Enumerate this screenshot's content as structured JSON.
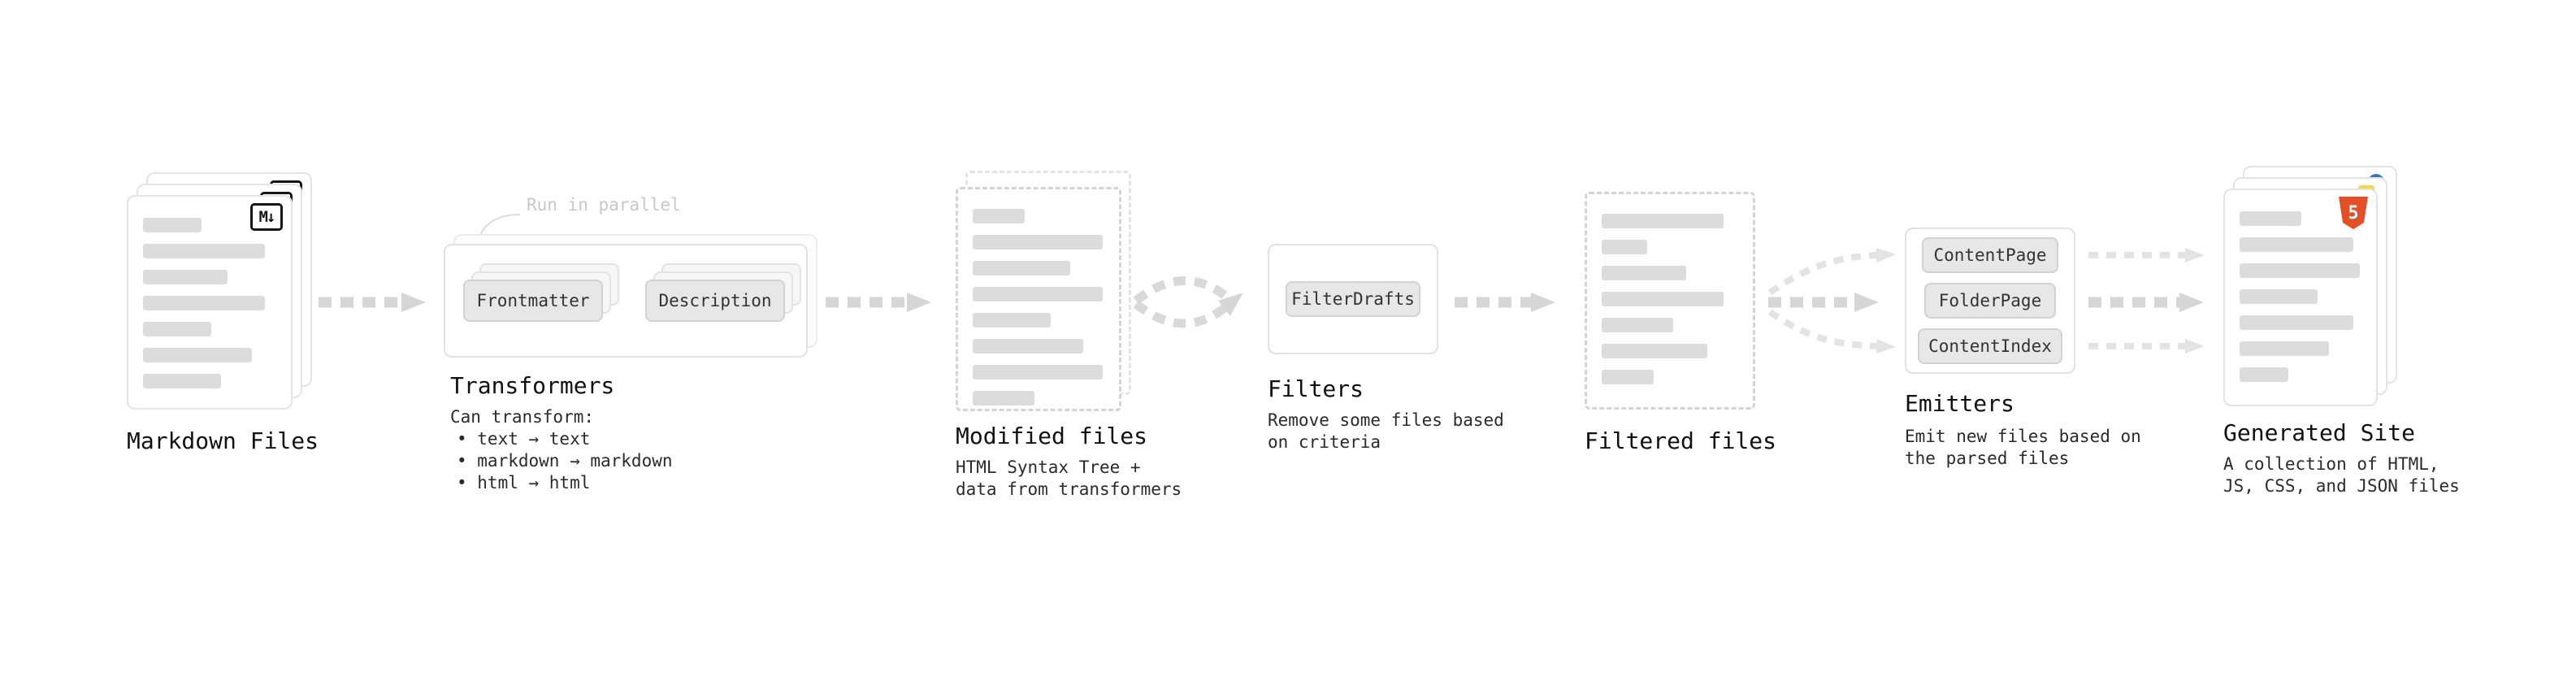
{
  "diagram": {
    "stages": {
      "markdown_files": {
        "title": "Markdown Files",
        "badge_glyph": "M↓"
      },
      "transformers": {
        "title": "Transformers",
        "annotation": "Run in parallel",
        "chips": [
          "Frontmatter",
          "Description"
        ],
        "note_title": "Can transform:",
        "notes": [
          "• text → text",
          "• markdown → markdown",
          "• html → html"
        ]
      },
      "modified_files": {
        "title": "Modified files",
        "notes": [
          "HTML Syntax Tree +",
          "data from transformers"
        ]
      },
      "filters": {
        "title": "Filters",
        "chips": [
          "FilterDrafts"
        ],
        "notes": [
          "Remove some files based",
          "on criteria"
        ]
      },
      "filtered_files": {
        "title": "Filtered files"
      },
      "emitters": {
        "title": "Emitters",
        "chips": [
          "ContentPage",
          "FolderPage",
          "ContentIndex"
        ],
        "notes": [
          "Emit new files based on",
          "the parsed files"
        ]
      },
      "generated_site": {
        "title": "Generated Site",
        "badge_glyph": "5",
        "notes": [
          "A collection of HTML,",
          "JS, CSS, and JSON files"
        ]
      }
    },
    "colors": {
      "background": "#ffffff",
      "card_border": "#e4e4e4",
      "dashed_border": "#d4d4d4",
      "placeholder_bar": "#dcdcdc",
      "arrow": "#d6d6d6",
      "arrow_light": "#e3e3e3",
      "chip_background": "#e7e7e7",
      "chip_border": "#d2d2d2",
      "title_text": "#111111",
      "note_text": "#2b2b2b",
      "annotation_text": "#c8c8c8",
      "markdown_badge": "#151515",
      "html5_badge": "#e34f26",
      "js_badge": "#f0db4f",
      "css_badge": "#3178c6"
    }
  }
}
